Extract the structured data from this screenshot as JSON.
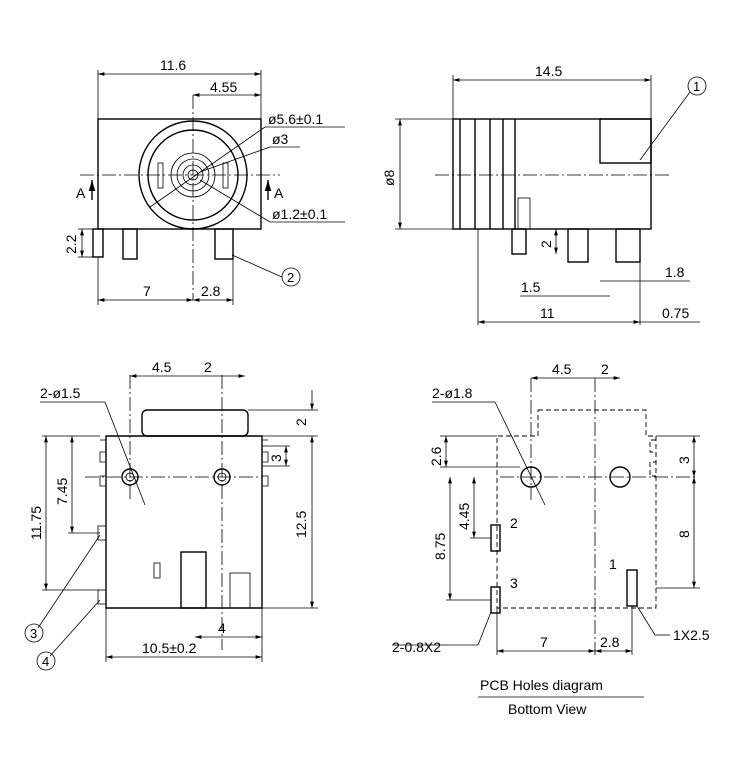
{
  "front_view": {
    "width": "11.6",
    "hole_offset": "4.55",
    "outer_dia": "ø5.6±0.1",
    "inner_dia": "ø3",
    "pin_dia": "ø1.2±0.1",
    "section_left": "A",
    "section_right": "A",
    "pin_height": "2.2",
    "span_left": "7",
    "span_right": "2.8",
    "callout": "2"
  },
  "side_view": {
    "length": "14.5",
    "height": "ø8",
    "pin_len": "2",
    "pin_gap": "1.5",
    "pin_width": "1.8",
    "base_len": "11",
    "offset": "0.75",
    "callout": "1"
  },
  "bottom_view": {
    "dim_a": "4.5",
    "dim_b": "2",
    "holes": "2-ø1.5",
    "top_gap": "2",
    "slot": "3",
    "dim_745": "7.45",
    "dim_1175": "11.75",
    "dim_125": "12.5",
    "dim_4": "4",
    "total_w": "10.5±0.2",
    "callout_3": "3",
    "callout_4": "4"
  },
  "pcb_view": {
    "dim_a": "4.5",
    "dim_b": "2",
    "holes": "2-ø1.8",
    "dim_26": "2.6",
    "dim_3": "3",
    "dim_445": "4.45",
    "dim_875": "8.75",
    "dim_8": "8",
    "pin_2": "2",
    "pin_3": "3",
    "pin_1": "1",
    "slot_a": "2-0.8X2",
    "slot_b": "1X2.5",
    "dim_7": "7",
    "dim_28": "2.8",
    "title": "PCB Holes diagram",
    "subtitle": "Bottom View"
  }
}
